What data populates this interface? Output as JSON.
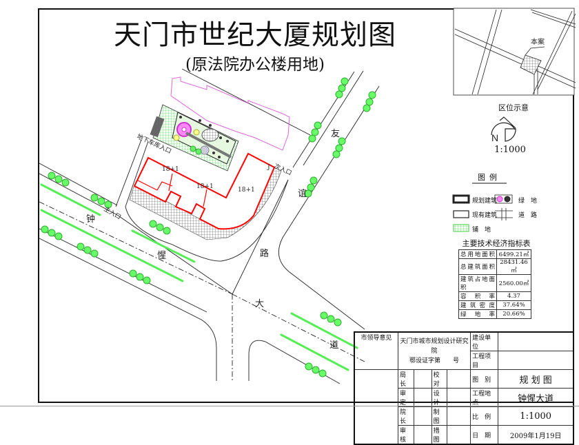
{
  "title": "天门市世纪大厦规划图",
  "subtitle": "(原法院办公楼用地)",
  "map_labels": {
    "road_zhongxing": [
      "钟",
      "惺",
      "大",
      "道"
    ],
    "road_youyi": [
      "友",
      "谊",
      "路"
    ],
    "main_entrance": "主入口",
    "secondary_entrance": "次入口",
    "garage_entrance": "地下车库入口",
    "building_floors": [
      "18+1",
      "18+1",
      "18+1"
    ],
    "building_mark": "J"
  },
  "location_map": {
    "site_label": "本案",
    "caption": "区位示意"
  },
  "north_arrow": {
    "letter": "N"
  },
  "scale": "1:1000",
  "legend": {
    "title": "图例",
    "items": [
      {
        "label": "规划建筑",
        "swatch": "planned-building"
      },
      {
        "label": "绿　地",
        "swatch": "green-space"
      },
      {
        "label": "现有建筑",
        "swatch": "existing-building"
      },
      {
        "label": "道　路",
        "swatch": "road"
      },
      {
        "label": "铺　地",
        "swatch": "paving"
      }
    ]
  },
  "indicators": {
    "title": "主要技术经济指标表",
    "rows": [
      {
        "name": "总用地面积",
        "value": "6499.21㎡"
      },
      {
        "name": "总建筑面积",
        "value": "28431.46㎡"
      },
      {
        "name": "建筑占地面积",
        "value": "2560.00㎡"
      },
      {
        "name": "容积率",
        "value": "4.37"
      },
      {
        "name": "建筑密度",
        "value": "37.64%"
      },
      {
        "name": "绿地率",
        "value": "20.66%"
      }
    ]
  },
  "title_block": {
    "leader_opinion": "市领导意见",
    "institute": "天门市城市规划设计研究院",
    "cert": "鄂设证字第　　号",
    "client_label": "建设单位",
    "client_value": "",
    "project_label": "工程项目",
    "project_value": "",
    "roles": [
      "局长",
      "审定",
      "院长",
      "审核"
    ],
    "roles2": [
      "校对",
      "设计",
      "制图",
      "措图"
    ],
    "fields": [
      {
        "label": "图　别",
        "value": "规 划 图"
      },
      {
        "label": "工程地点",
        "value": "钟惺大道"
      },
      {
        "label": "比　例",
        "value": "1:1000"
      },
      {
        "label": "日　期",
        "value": "2009年1月19日"
      }
    ]
  },
  "colors": {
    "planned": "#ff0000",
    "green": "#33dd33",
    "existing": "#dd66dd",
    "line": "#222222",
    "paving": "#888888"
  }
}
